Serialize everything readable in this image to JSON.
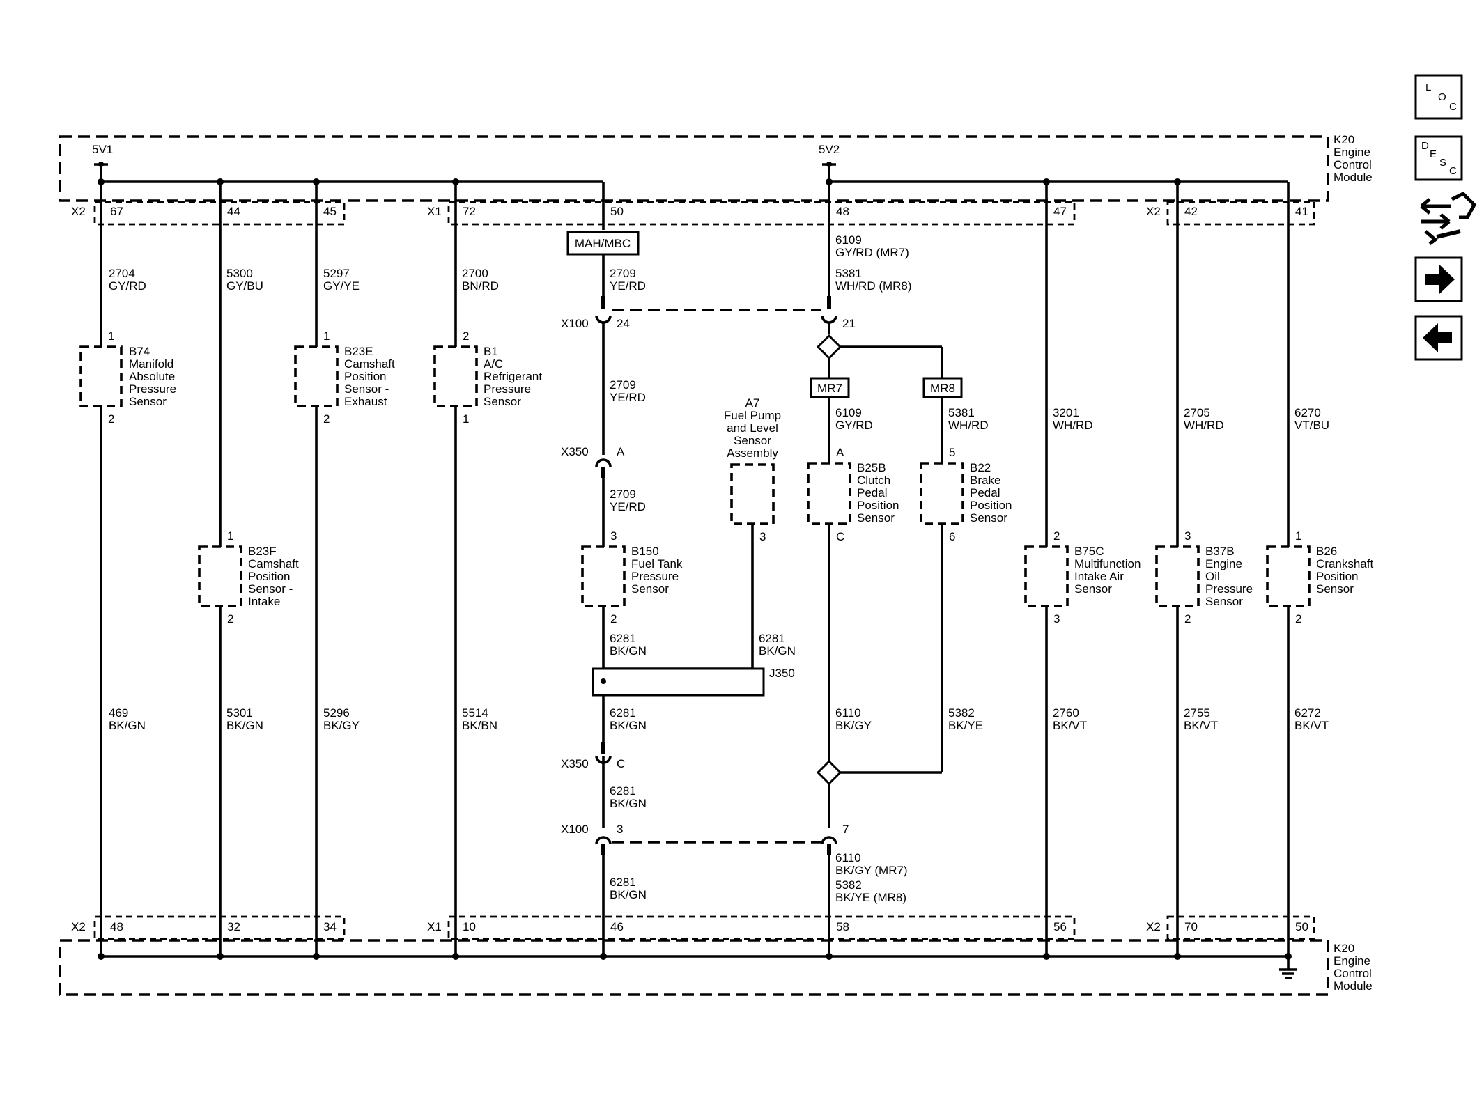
{
  "ecm": {
    "name": "K20",
    "label": [
      "Engine",
      "Control",
      "Module"
    ]
  },
  "references": {
    "v1": "5V1",
    "v2": "5V2"
  },
  "connectors": {
    "x1": "X1",
    "x2": "X2",
    "x100": "X100",
    "x350": "X350",
    "j350": "J350"
  },
  "options": {
    "mahmbc": "MAH/MBC",
    "mr7": "MR7",
    "mr8": "MR8"
  },
  "top_pins": [
    "67",
    "44",
    "45",
    "72",
    "50",
    "48",
    "47",
    "42",
    "41"
  ],
  "bottom_pins": [
    "48",
    "32",
    "34",
    "10",
    "46",
    "58",
    "56",
    "70",
    "50"
  ],
  "nav": {
    "loc": [
      "L",
      "O",
      "C"
    ],
    "desc": [
      "D",
      "E",
      "S",
      "C"
    ]
  },
  "icons": [
    "loc-icon",
    "desc-icon",
    "diagnostic-connector-icon",
    "next-page-icon",
    "previous-page-icon"
  ],
  "sensors": {
    "b74": {
      "id": "B74",
      "name": [
        "Manifold",
        "Absolute",
        "Pressure",
        "Sensor"
      ],
      "pin_top": "1",
      "pin_bottom": "2"
    },
    "b23f": {
      "id": "B23F",
      "name": [
        "Camshaft",
        "Position",
        "Sensor -",
        "Intake"
      ],
      "pin_top": "1",
      "pin_bottom": "2"
    },
    "b23e": {
      "id": "B23E",
      "name": [
        "Camshaft",
        "Position",
        "Sensor -",
        "Exhaust"
      ],
      "pin_top": "1",
      "pin_bottom": "2"
    },
    "b1": {
      "id": "B1",
      "name": [
        "A/C",
        "Refrigerant",
        "Pressure",
        "Sensor"
      ],
      "pin_top": "2",
      "pin_bottom": "1"
    },
    "b150": {
      "id": "B150",
      "name": [
        "Fuel Tank",
        "Pressure",
        "Sensor"
      ],
      "pin_top": "3",
      "pin_bottom": "2"
    },
    "a7": {
      "id": "A7",
      "name": [
        "Fuel Pump",
        "and Level",
        "Sensor",
        "Assembly"
      ],
      "pin": "3"
    },
    "b25b": {
      "id": "B25B",
      "name": [
        "Clutch",
        "Pedal",
        "Position",
        "Sensor"
      ],
      "pin_top": "A",
      "pin_bottom": "C"
    },
    "b22": {
      "id": "B22",
      "name": [
        "Brake",
        "Pedal",
        "Position",
        "Sensor"
      ],
      "pin_top": "5",
      "pin_bottom": "6"
    },
    "b75c": {
      "id": "B75C",
      "name": [
        "Multifunction",
        "Intake Air",
        "Sensor"
      ],
      "pin_top": "2",
      "pin_bottom": "3"
    },
    "b37b": {
      "id": "B37B",
      "name": [
        "Engine",
        "Oil",
        "Pressure",
        "Sensor"
      ],
      "pin_top": "3",
      "pin_bottom": "2"
    },
    "b26": {
      "id": "B26",
      "name": [
        "Crankshaft",
        "Position",
        "Sensor"
      ],
      "pin_top": "1",
      "pin_bottom": "2"
    }
  },
  "wires": {
    "w2704": [
      "2704",
      "GY/RD"
    ],
    "w5300": [
      "5300",
      "GY/BU"
    ],
    "w5297": [
      "5297",
      "GY/YE"
    ],
    "w2700": [
      "2700",
      "BN/RD"
    ],
    "w2709a": [
      "2709",
      "YE/RD"
    ],
    "w2709b": [
      "2709",
      "YE/RD"
    ],
    "w2709c": [
      "2709",
      "YE/RD"
    ],
    "w6109top": [
      "6109",
      "GY/RD (MR7)"
    ],
    "w5381top": [
      "5381",
      "WH/RD (MR8)"
    ],
    "w6109": [
      "6109",
      "GY/RD"
    ],
    "w5381": [
      "5381",
      "WH/RD"
    ],
    "w3201": [
      "3201",
      "WH/RD"
    ],
    "w2705": [
      "2705",
      "WH/RD"
    ],
    "w6270": [
      "6270",
      "VT/BU"
    ],
    "w6281a": [
      "6281",
      "BK/GN"
    ],
    "w6281b": [
      "6281",
      "BK/GN"
    ],
    "w6281c": [
      "6281",
      "BK/GN"
    ],
    "w6281d": [
      "6281",
      "BK/GN"
    ],
    "w6281e": [
      "6281",
      "BK/GN"
    ],
    "w469": [
      "469",
      "BK/GN"
    ],
    "w5301": [
      "5301",
      "BK/GN"
    ],
    "w5296": [
      "5296",
      "BK/GY"
    ],
    "w5514": [
      "5514",
      "BK/BN"
    ],
    "w6110": [
      "6110",
      "BK/GY"
    ],
    "w5382": [
      "5382",
      "BK/YE"
    ],
    "w2760": [
      "2760",
      "BK/VT"
    ],
    "w2755": [
      "2755",
      "BK/VT"
    ],
    "w6272": [
      "6272",
      "BK/VT"
    ],
    "w6110bot": [
      "6110",
      "BK/GY (MR7)"
    ],
    "w5382bot": [
      "5382",
      "BK/YE (MR8)"
    ]
  },
  "cpins": {
    "x100_24": "24",
    "x100_21": "21",
    "x350_a": "A",
    "x350_c": "C",
    "x100_3": "3",
    "x100_7": "7"
  }
}
